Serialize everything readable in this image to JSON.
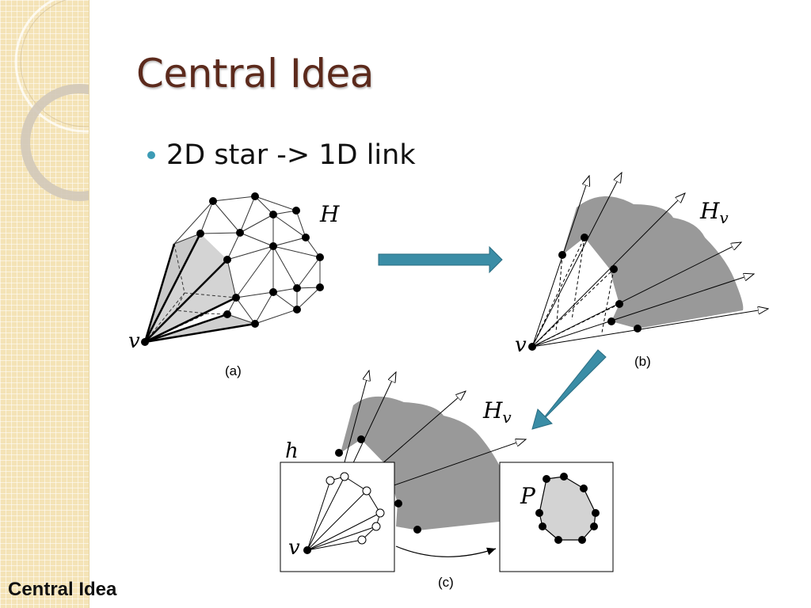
{
  "slide": {
    "title": "Central Idea",
    "bullet": "2D star -> 1D link",
    "footer": "Central Idea"
  },
  "figure": {
    "panel_a": {
      "caption": "(a)",
      "mesh_label": "H",
      "vertex_label": "v"
    },
    "panel_b": {
      "caption": "(b)",
      "horizon_label": "H",
      "horizon_subscript": "v",
      "vertex_label": "v"
    },
    "panel_c": {
      "caption": "(c)",
      "horizon_label": "H",
      "horizon_subscript": "v",
      "h_label": "h",
      "vertex_label": "v",
      "polygon_label": "P"
    }
  },
  "colors": {
    "title": "#5c2a1c",
    "bullet": "#3c9bb5",
    "arrow_fill": "#3b8da6",
    "shade_dark": "#999999",
    "shade_light": "#d3d3d3",
    "sidebar": "#f4e3b6"
  }
}
